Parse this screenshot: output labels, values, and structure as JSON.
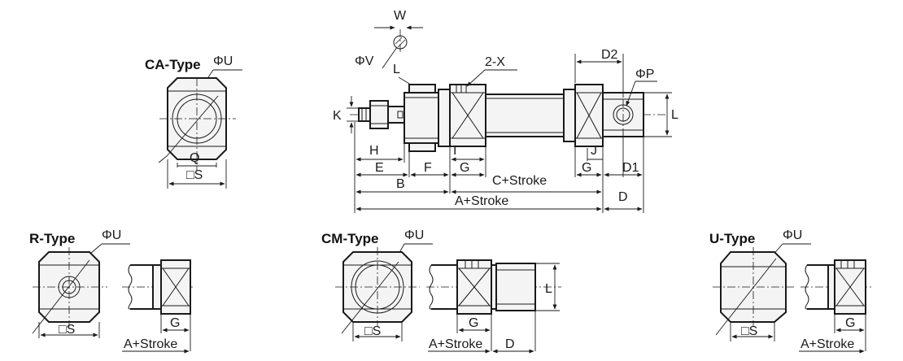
{
  "views": {
    "ca_type": {
      "title": "CA-Type",
      "phi_u": "ΦU",
      "q": "Q",
      "s": "□S"
    },
    "main": {
      "w": "W",
      "phi_v": "ΦV",
      "l_small": "L",
      "two_x": "2-X",
      "d2": "D2",
      "phi_p": "ΦP",
      "l_right": "L",
      "k": "K",
      "h": "H",
      "i": "I",
      "j": "J",
      "e": "E",
      "f": "F",
      "g_left": "G",
      "g_right": "G",
      "d1": "D1",
      "c_stroke": "C+Stroke",
      "b": "B",
      "d": "D",
      "a_stroke": "A+Stroke"
    },
    "r_type": {
      "title": "R-Type",
      "phi_u": "ΦU",
      "s": "□S",
      "g": "G",
      "a_stroke": "A+Stroke"
    },
    "cm_type": {
      "title": "CM-Type",
      "phi_u": "ΦU",
      "s": "□S",
      "g": "G",
      "l": "L",
      "a_stroke": "A+Stroke",
      "d": "D"
    },
    "u_type": {
      "title": "U-Type",
      "phi_u": "ΦU",
      "s": "□S",
      "g": "G",
      "a_stroke": "A+Stroke"
    }
  }
}
